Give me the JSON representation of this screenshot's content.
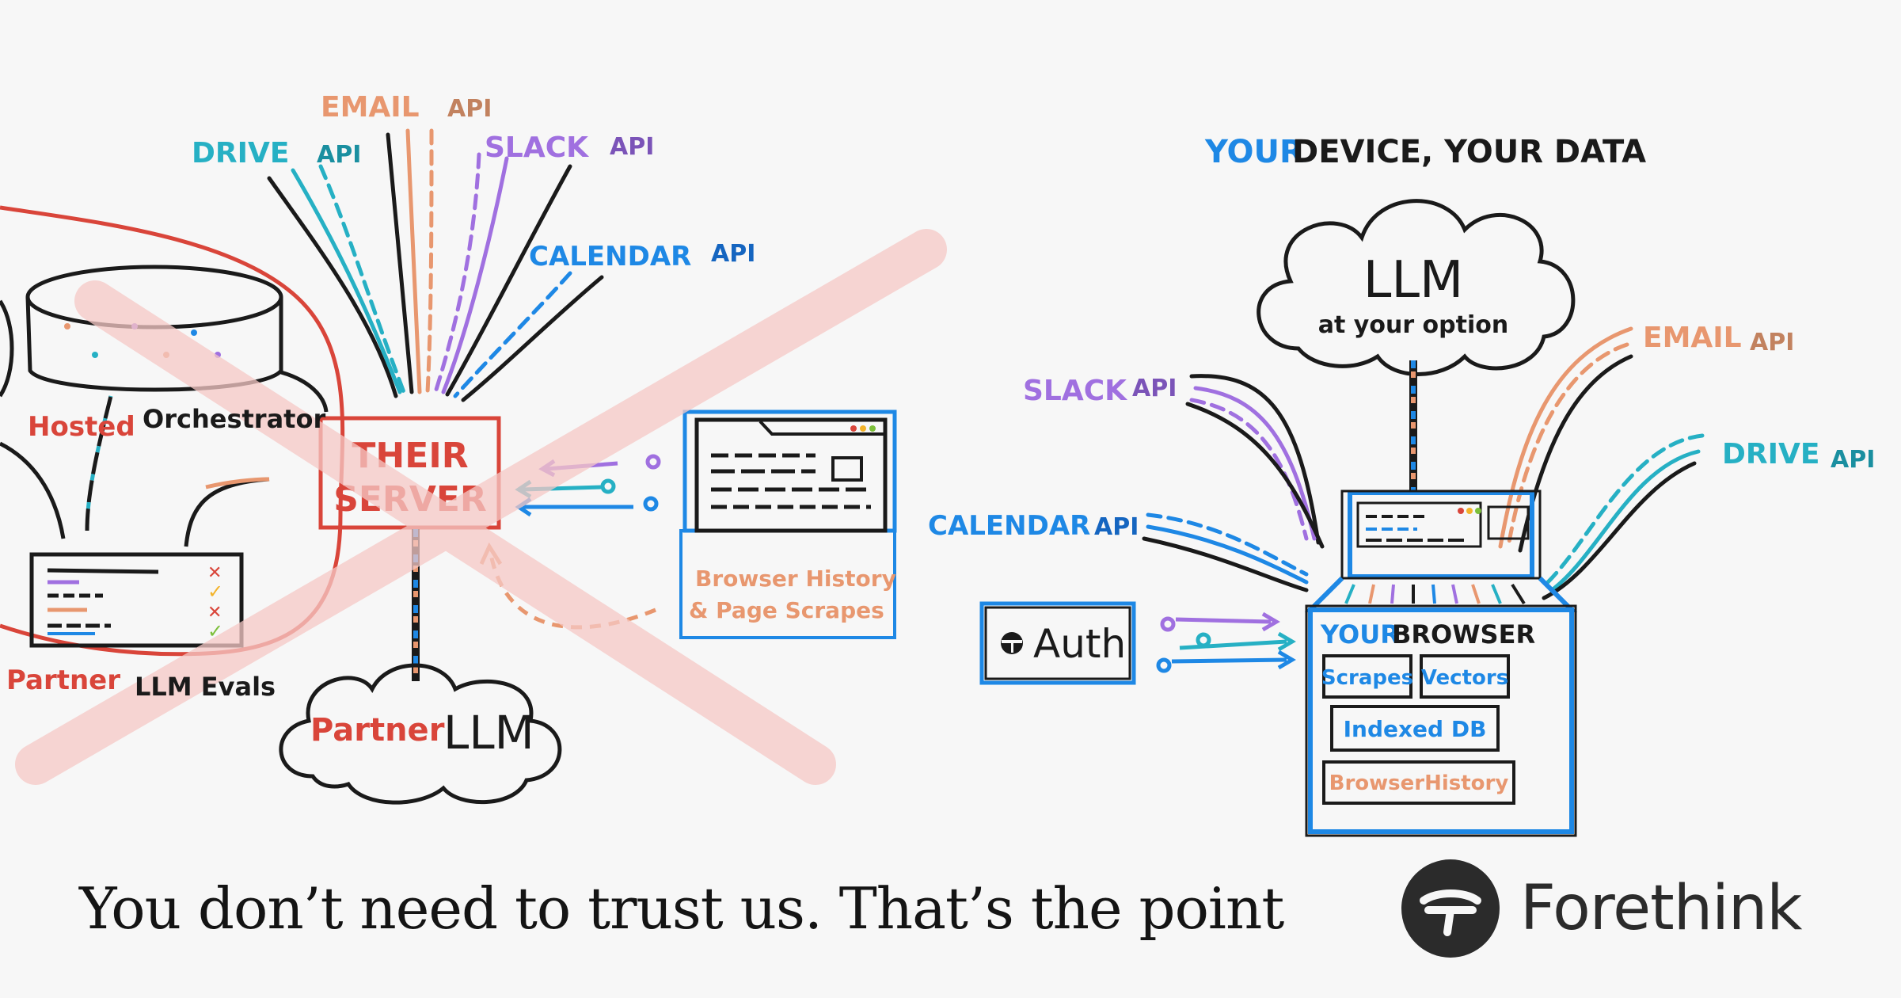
{
  "left": {
    "apis": {
      "email_word": "EMAIL",
      "email_api": "API",
      "drive_word": "DRIVE",
      "drive_api": "API",
      "slack_word": "SLACK",
      "slack_api": "API",
      "calendar_word": "CALENDAR",
      "calendar_api": "API"
    },
    "server_line1": "THEIR",
    "server_line2": "SERVER",
    "hosted": "Hosted",
    "orchestrator": "Orchestrator",
    "partner": "Partner",
    "llm_evals": "LLM Evals",
    "partner_llm_1": "Partner",
    "partner_llm_2": "LLM",
    "history_line1": "Browser History",
    "history_line2": "& Page Scrapes"
  },
  "right": {
    "headline_your": "YOUR",
    "headline_rest": "DEVICE, YOUR DATA",
    "llm": "LLM",
    "llm_sub": "at your option",
    "apis": {
      "slack_word": "SLACK",
      "slack_api": "API",
      "email_word": "EMAIL",
      "email_api": "API",
      "drive_word": "DRIVE",
      "drive_api": "API",
      "calendar_word": "CALENDAR",
      "calendar_api": "API"
    },
    "auth": "Auth",
    "browser_title_your": "YOUR",
    "browser_title_rest": "BROWSER",
    "scrapes": "Scrapes",
    "vectors": "Vectors",
    "indexed_db": "Indexed DB",
    "browser_history": "BrowserHistory"
  },
  "footer": {
    "tagline": "You don’t need to trust us. That’s the point",
    "brand": "Forethink"
  },
  "colors": {
    "blue": "#1e88e5",
    "red": "#d9453a",
    "orange": "#e8976f",
    "purple": "#a070e0",
    "teal": "#26b0c4",
    "ink": "#1a1a1a",
    "cross": "#f6c9c6"
  }
}
